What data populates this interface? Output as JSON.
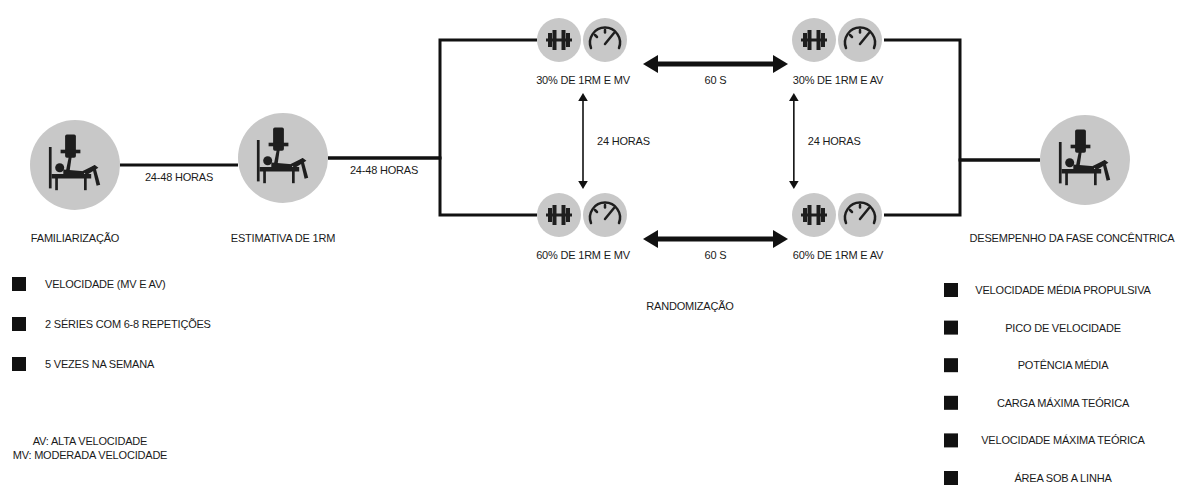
{
  "diagram": {
    "nodes": [
      {
        "text": [
          "FAMILIARIZAÇÃO"
        ]
      },
      {
        "text": [
          "ESTIMATIVA DE 1RM"
        ]
      },
      {
        "text": [
          "30% DE 1RM E MV"
        ]
      },
      {
        "text": [
          "30% DE 1RM E AV"
        ]
      },
      {
        "text": [
          "60% DE 1RM E MV"
        ]
      },
      {
        "text": [
          "60% DE 1RM E AV"
        ]
      },
      {
        "text": [
          "DESEMPENHO DA FASE CONCÊNTRICA"
        ]
      }
    ],
    "edges": [
      {
        "from": 0,
        "to": 1,
        "arrow": "none",
        "label": "24-48 HORAS"
      },
      {
        "from": 1,
        "to": 2,
        "arrow": "none",
        "label": "24-48 HORAS"
      },
      {
        "from": 1,
        "to": 4,
        "arrow": "none"
      },
      {
        "from": 2,
        "to": 3,
        "arrow": "both",
        "label": "60 S"
      },
      {
        "from": 2,
        "to": 4,
        "arrow": "both",
        "label": "24 HORAS"
      },
      {
        "from": 3,
        "to": 5,
        "arrow": "both",
        "label": "24 HORAS"
      },
      {
        "from": 4,
        "to": 5,
        "arrow": "both",
        "label": "60 S"
      },
      {
        "from": 3,
        "to": 6,
        "arrow": "none"
      },
      {
        "from": 5,
        "to": 6,
        "arrow": "none"
      }
    ],
    "labels": [
      "VELOCIDADE (MV E AV)",
      "2 SÉRIES COM 6-8 REPETIÇÕES",
      "5 VEZES NA SEMANA",
      "AV: ALTA VELOCIDADE",
      "MV: MODERADA VELOCIDADE",
      "RANDOMIZAÇÃO",
      "VELOCIDADE MÉDIA PROPULSIVA",
      "PICO DE VELOCIDADE",
      "POTÊNCIA MÉDIA",
      "CARGA MÁXIMA TEÓRICA",
      "VELOCIDADE MÁXIMA TEÓRICA",
      "ÁREA SOB A LINHA"
    ]
  }
}
